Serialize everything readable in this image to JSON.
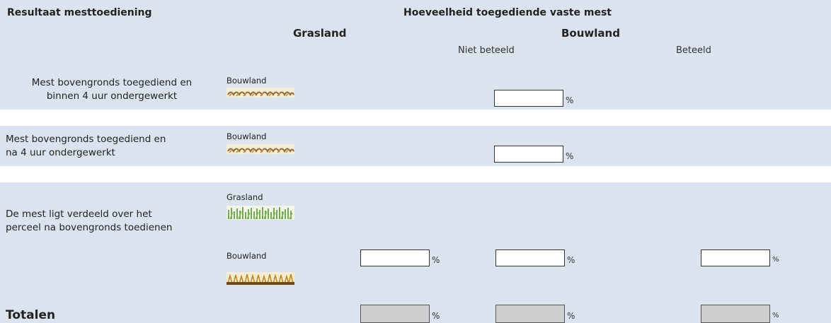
{
  "header": {
    "section_title": "Resultaat mesttoediening",
    "main_title": "Hoeveelheid toegediende vaste mest",
    "col_grasland": "Grasland",
    "col_bouwland": "Bouwland",
    "col_niet_beteeld": "Niet beteeld",
    "col_beteeld": "Beteeld"
  },
  "rows": {
    "r1": {
      "label_line1": "Mest bovengronds toegediend en",
      "label_line2": "binnen 4 uur ondergewerkt",
      "soil_label": "Bouwland",
      "icon": "plowed-soil-icon",
      "value": "",
      "unit": "%"
    },
    "r2": {
      "label_line1": "Mest bovengronds toegediend en",
      "label_line2": "na 4 uur ondergewerkt",
      "soil_label": "Bouwland",
      "icon": "plowed-soil-icon",
      "value": "",
      "unit": "%"
    },
    "r3": {
      "label_line1": "De mest ligt verdeeld over het",
      "label_line2": "perceel na bovengronds toedienen",
      "grass_label": "Grasland",
      "grass_icon": "grass-icon",
      "soil_label": "Bouwland",
      "soil_icon": "crop-stubble-icon",
      "grasland_value": "",
      "niet_beteeld_value": "",
      "beteeld_value": "",
      "unit": "%"
    }
  },
  "totals": {
    "label": "Totalen",
    "grasland_value": "",
    "niet_beteeld_value": "",
    "beteeld_value": "",
    "unit": "%"
  },
  "colors": {
    "band": "#dbe4ee",
    "field_bg": "#ffffff",
    "total_field_bg": "#cfcfcf"
  }
}
